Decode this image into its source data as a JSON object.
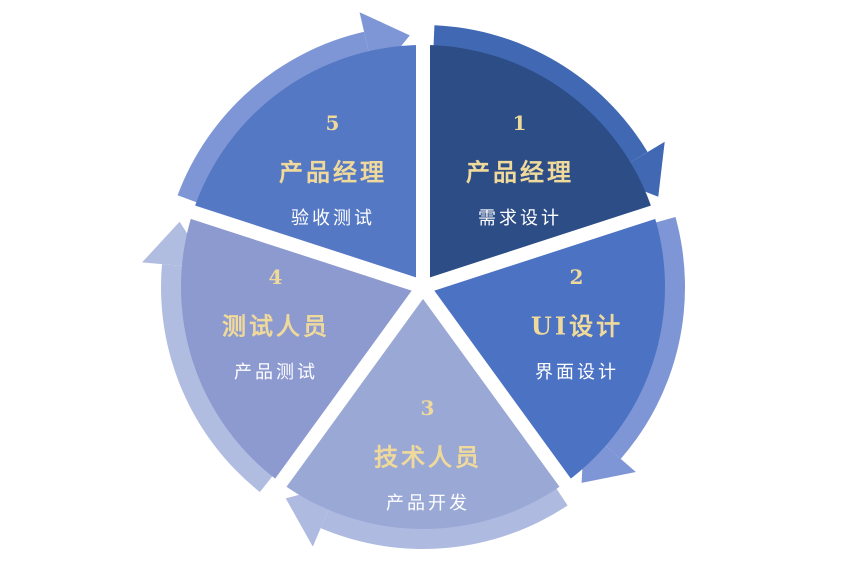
{
  "diagram": {
    "type": "segmented-cycle",
    "direction": "clockwise",
    "segment_count": 5
  },
  "segments": [
    {
      "number": "1",
      "title": "产品经理",
      "subtitle": "需求设计",
      "wedge_color": "#2C4D86",
      "ring_color": "#4169B3"
    },
    {
      "number": "2",
      "title": "UI设计",
      "subtitle": "界面设计",
      "wedge_color": "#4C72C4",
      "ring_color": "#7E95D6"
    },
    {
      "number": "3",
      "title": "技术人员",
      "subtitle": "产品开发",
      "wedge_color": "#9AA8D6",
      "ring_color": "#AFBAE1"
    },
    {
      "number": "4",
      "title": "测试人员",
      "subtitle": "产品测试",
      "wedge_color": "#8C9AD0",
      "ring_color": "#B1BCE1"
    },
    {
      "number": "5",
      "title": "产品经理",
      "subtitle": "验收测试",
      "wedge_color": "#5578C5",
      "ring_color": "#7E96D5"
    }
  ],
  "colors": {
    "number_text": "#EFD99B",
    "title_text": "#EFD99B",
    "subtitle_text": "#FFFFFF",
    "gap": "#FFFFFF",
    "background": "#FFFFFF"
  }
}
